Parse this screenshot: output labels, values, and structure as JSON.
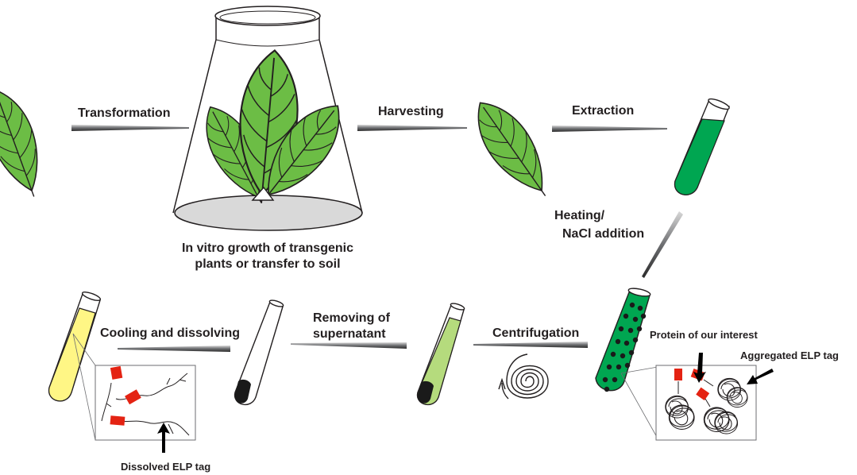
{
  "steps": {
    "transformation": "Transformation",
    "harvesting": "Harvesting",
    "extraction": "Extraction",
    "heating_line1": "Heating/",
    "heating_line2": "NaCl addition",
    "centrifugation": "Centrifugation",
    "removing_line1": "Removing of",
    "removing_line2": "supernatant",
    "cooling": "Cooling and dissolving"
  },
  "captions": {
    "growth_line1": "In vitro growth of transgenic",
    "growth_line2": "plants or transfer to soil"
  },
  "callouts": {
    "protein": "Protein of our interest",
    "aggregated": "Aggregated ELP tag",
    "dissolved": "Dissolved ELP tag"
  },
  "colors": {
    "leaf": "#6cbd45",
    "extract_green": "#00a651",
    "pale_green": "#b5db7d",
    "yellow": "#fff685",
    "protein_red": "#e42313",
    "flask_base": "#d9d9d9",
    "outline": "#231f20"
  }
}
